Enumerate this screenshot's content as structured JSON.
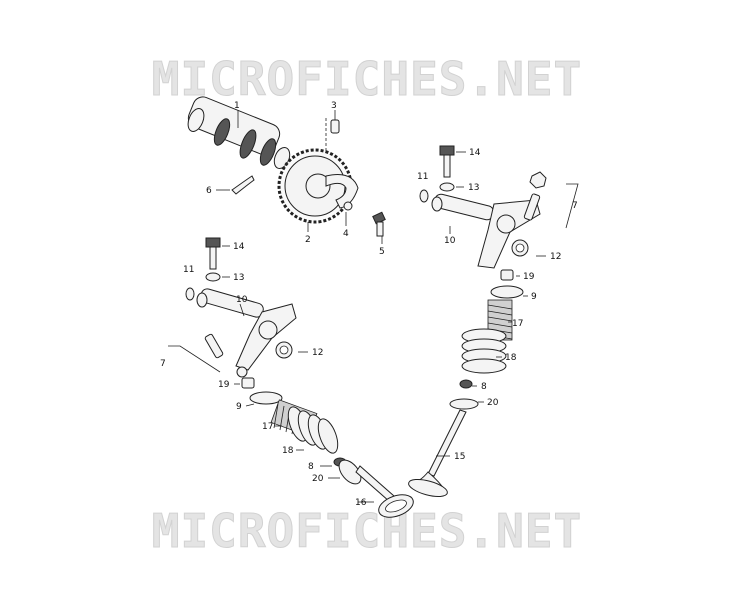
{
  "watermark": {
    "top": "MICROFICHES.NET",
    "bottom": "MICROFICHES.NET"
  },
  "callouts": {
    "camshaft": "1",
    "cam_sprocket": "2",
    "dowel_pin": "3",
    "sprocket_plate": "4",
    "sprocket_bolt": "5",
    "circlip": "6",
    "rocker_arm_right": "7",
    "rocker_arm_left": "7",
    "valve_cotter_right": "8",
    "valve_cotter_left": "8",
    "spring_retainer_right": "9",
    "spring_retainer_left": "9",
    "rocker_shaft_right": "10",
    "rocker_shaft_left": "10",
    "o_ring_right": "11",
    "o_ring_left": "11",
    "thrust_washer_right": "12",
    "thrust_washer_left": "12",
    "sealing_washer_right": "13",
    "sealing_washer_left": "13",
    "shaft_bolt_right": "14",
    "shaft_bolt_left": "14",
    "intake_valve": "15",
    "exhaust_valve": "16",
    "inner_spring_right": "17",
    "inner_spring_left": "17",
    "outer_spring_right": "18",
    "outer_spring_left": "18",
    "adjuster_nut_right": "19",
    "adjuster_nut_left": "19",
    "spring_seat_right": "20",
    "spring_seat_left": "20"
  }
}
